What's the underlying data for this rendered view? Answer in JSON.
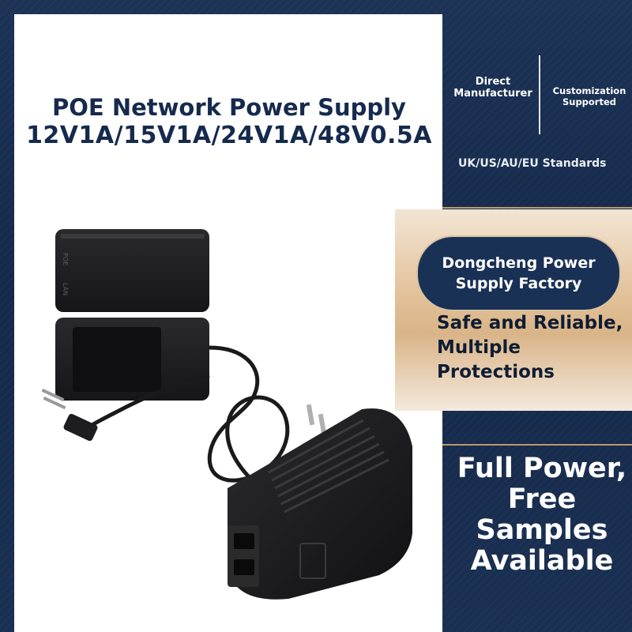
{
  "headline": {
    "line1": "POE Network Power Supply",
    "line2": "12V1A/15V1A/24V1A/48V0.5A"
  },
  "badges": {
    "direct_manufacturer": "Direct Manufacturer",
    "customization": "Customization Supported"
  },
  "standards": "UK/US/AU/EU Standards",
  "factory": "Dongcheng Power Supply Factory",
  "safety": "Safe and Reliable, Multiple Protections",
  "samples": "Full Power, Free Samples Available",
  "product": {
    "box_labels": [
      "POE",
      "LAN"
    ],
    "colors": {
      "body": "#1b1b1d",
      "port": "#2b2b2b"
    }
  },
  "colors": {
    "navy": "#15294a",
    "title": "#152a4d",
    "gold": "#b89b6c",
    "beige": "#e2bf96"
  }
}
